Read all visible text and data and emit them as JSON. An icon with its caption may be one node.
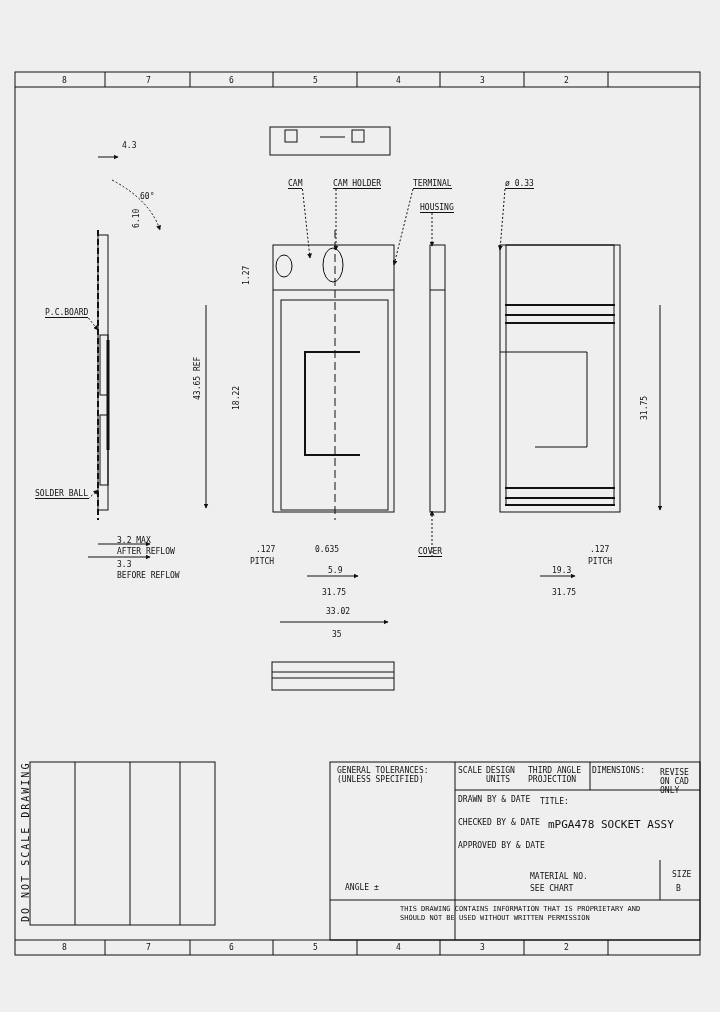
{
  "diagram": {
    "title": "mPGA478 SOCKET ASSY",
    "nodes": [
      {
        "text": [
          "P.C.BOARD"
        ]
      },
      {
        "text": [
          "SOLDER BALL"
        ]
      },
      {
        "text": [
          "CAM"
        ]
      },
      {
        "text": [
          "CAM HOLDER"
        ]
      },
      {
        "text": [
          "TERMINAL"
        ]
      },
      {
        "text": [
          "HOUSING"
        ]
      },
      {
        "text": [
          "COVER"
        ]
      },
      {
        "text": [
          "ø 0.33"
        ]
      },
      {
        "text": [],
        "shape": "picture"
      },
      {
        "text": [],
        "shape": "picture"
      },
      {
        "text": [],
        "shape": "picture"
      },
      {
        "text": [],
        "shape": "picture"
      }
    ],
    "edges": [
      {
        "from": 0,
        "to": 8,
        "arrow": "to"
      },
      {
        "from": 1,
        "to": 8,
        "arrow": "to"
      },
      {
        "from": 2,
        "to": 9,
        "arrow": "to"
      },
      {
        "from": 3,
        "to": 9,
        "arrow": "to"
      },
      {
        "from": 4,
        "to": 9,
        "arrow": "to"
      },
      {
        "from": 5,
        "to": 10,
        "arrow": "to"
      },
      {
        "from": 6,
        "to": 10,
        "arrow": "to"
      },
      {
        "from": 7,
        "to": 11,
        "arrow": "to"
      }
    ],
    "labels": [
      "8",
      "7",
      "6",
      "5",
      "4",
      "3",
      "2",
      "4.3",
      "60°",
      "6.10",
      "1.27",
      "43.65 REF",
      "18.22",
      "31.75",
      "3.2 MAX",
      "AFTER REFLOW",
      "3.3",
      "BEFORE REFLOW",
      ".127",
      "PITCH",
      "0.635",
      "5.9",
      "31.75",
      "33.02",
      "35",
      ".127",
      "PITCH",
      "19.3",
      "31.75",
      "DO NOT SCALE DRAWING",
      "GENERAL TOLERANCES: (UNLESS SPECIFIED)",
      "SCALE",
      "DESIGN UNITS",
      "THIRD ANGLE PROJECTION",
      "DIMENSIONS:",
      "REVISE ON CAD ONLY",
      "DRAWN BY & DATE",
      "CHECKED BY & DATE",
      "APPROVED BY & DATE",
      "TITLE:",
      "ANGLE ±",
      "MATERIAL NO.",
      "SEE CHART",
      "SIZE",
      "B",
      "THIS DRAWING CONTAINS INFORMATION THAT IS PROPRIETARY AND SHOULD NOT BE USED WITHOUT WRITTEN PERMISSION",
      "8",
      "7",
      "6",
      "5",
      "4",
      "3",
      "2"
    ]
  }
}
